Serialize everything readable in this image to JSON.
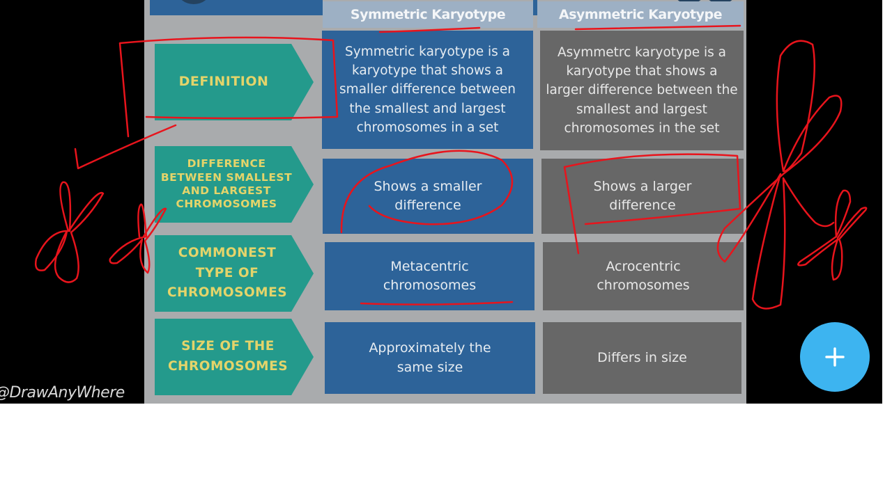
{
  "app": {
    "watermark": "@DrawAnyWhere",
    "fab": {
      "label": "+",
      "icon": "plus-icon",
      "color": "#3db4f0"
    }
  },
  "slide": {
    "colors": {
      "background": "#a9abad",
      "label_fill": "#249a8c",
      "label_text": "#e4d46a",
      "symmetric_fill": "#2d6399",
      "asymmetric_fill": "#676767",
      "header_fill": "#9db0c4",
      "annotation": "#e8141c"
    },
    "columns": {
      "symmetric": "Symmetric Karyotype",
      "asymmetric": "Asymmetric Karyotype"
    },
    "rows": [
      {
        "label": "DEFINITION",
        "symmetric": "Symmetric karyotype is a karyotype that shows a smaller difference between the smallest and largest chromosomes in a set",
        "asymmetric": "Asymmetrc karyotype is a karyotype that shows a larger difference between the smallest and largest chromosomes in the set"
      },
      {
        "label": "DIFFERENCE BETWEEN SMALLEST AND LARGEST CHROMOSOMES",
        "symmetric": "Shows a smaller difference",
        "asymmetric": "Shows a larger difference"
      },
      {
        "label": "COMMONEST TYPE OF CHROMOSOMES",
        "symmetric": "Metacentric chromosomes",
        "asymmetric": "Acrocentric chromosomes"
      },
      {
        "label": "SIZE OF THE CHROMOSOMES",
        "symmetric": "Approximately the same size",
        "asymmetric": "Differs in size"
      }
    ]
  }
}
